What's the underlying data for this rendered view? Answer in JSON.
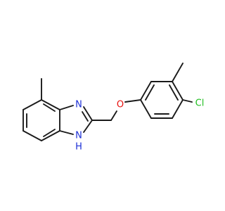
{
  "molecule": {
    "atoms": [
      {
        "id": "N_imine",
        "symbol": "N",
        "label": "N",
        "color": "#1c2fd6"
      },
      {
        "id": "N_amine",
        "symbol": "N",
        "label": "N",
        "color": "#1c2fd6"
      },
      {
        "id": "H_amine",
        "symbol": "H",
        "label": "H",
        "color": "#1c2fd6"
      },
      {
        "id": "O_ether",
        "symbol": "O",
        "label": "O",
        "color": "#e8110f"
      },
      {
        "id": "Cl",
        "symbol": "Cl",
        "label": "Cl",
        "color": "#1fbe1f"
      }
    ],
    "bond_color": "#1a1a1a"
  }
}
